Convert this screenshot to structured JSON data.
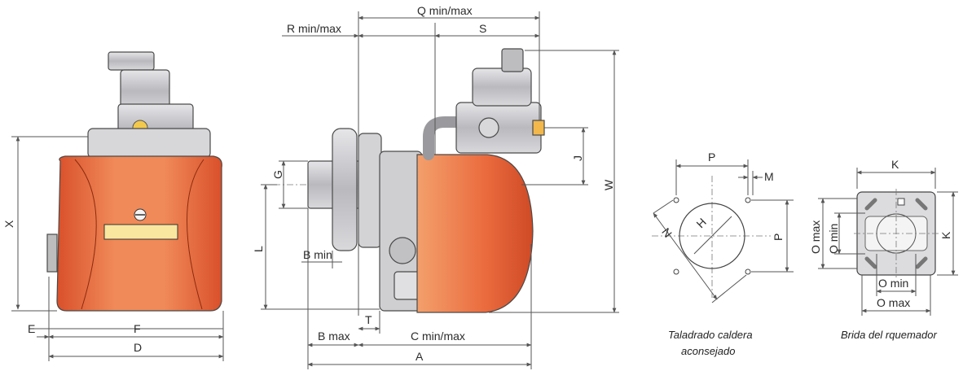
{
  "colors": {
    "body_orange": "#e8643a",
    "body_highlight": "#f6a070",
    "metal_gray": "#c9c9cc",
    "dim_line": "#555555"
  },
  "front_view": {
    "labels": {
      "x": "X",
      "e": "E",
      "f": "F",
      "d": "D"
    }
  },
  "side_view": {
    "labels": {
      "r_min_max": "R min/max",
      "q_min_max": "Q min/max",
      "s": "S",
      "w": "W",
      "j": "J",
      "g": "G",
      "l": "L",
      "b_min": "B min",
      "b_max": "B max",
      "t": "T",
      "c_min_max": "C min/max",
      "a": "A"
    }
  },
  "boiler_drilling": {
    "labels": {
      "p_top": "P",
      "m": "M",
      "p_side": "P",
      "h": "H",
      "n": "N"
    },
    "caption_line1": "Taladrado caldera",
    "caption_line2": "aconsejado"
  },
  "burner_flange": {
    "labels": {
      "k_top": "K",
      "k_side": "K",
      "o_max_v": "O max",
      "o_min_v": "O min",
      "o_min_h": "O min",
      "o_max_h": "O max"
    },
    "caption": "Brida del rquemador"
  }
}
